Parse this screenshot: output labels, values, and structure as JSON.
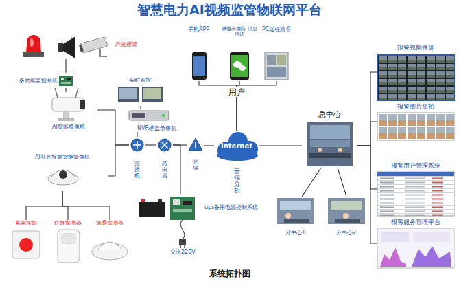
{
  "diagram": {
    "title": "智慧电力AI视频监管物联网平台",
    "caption": "系统拓扑图",
    "nodes": [
      {
        "text": [
          "声光报警"
        ]
      },
      {
        "text": [
          "多功能监控系统"
        ]
      },
      {
        "text": [
          "AI智能摄像机"
        ]
      },
      {
        "text": [
          "实时监控"
        ]
      },
      {
        "text": [
          "NVR硬盘录像机"
        ]
      },
      {
        "text": [
          "AI补光报警智能摄像机"
        ]
      },
      {
        "text": [
          "交换机"
        ]
      },
      {
        "text": [
          "路由器"
        ]
      },
      {
        "text": [
          "光猫"
        ]
      },
      {
        "text": [
          "Internet",
          "云端分析"
        ]
      },
      {
        "text": [
          "手机APP"
        ]
      },
      {
        "text": [
          "微信布撤防 消息推送"
        ]
      },
      {
        "text": [
          "PC远程观看"
        ]
      },
      {
        "text": [
          "总中心"
        ]
      },
      {
        "text": [
          "报警视频弹屏"
        ]
      },
      {
        "text": [
          "报警图片抓拍"
        ]
      },
      {
        "text": [
          "报警用户管理系统"
        ]
      },
      {
        "text": [
          "报警服务管理平台"
        ]
      },
      {
        "text": [
          "分中心1"
        ]
      },
      {
        "text": [
          "分中心2"
        ]
      },
      {
        "text": [
          "ups备用电源控制系统"
        ]
      },
      {
        "text": [
          "紧急按钮"
        ]
      },
      {
        "text": [
          "红外探测器"
        ]
      },
      {
        "text": [
          "烟雾探测器"
        ]
      }
    ],
    "edges": [
      {
        "from": 0,
        "to": 1,
        "arrow": "none"
      },
      {
        "from": 1,
        "to": 2,
        "arrow": "none"
      },
      {
        "from": 2,
        "to": 6,
        "arrow": "none"
      },
      {
        "from": 3,
        "to": 4,
        "arrow": "none"
      },
      {
        "from": 4,
        "to": 6,
        "arrow": "none"
      },
      {
        "from": 5,
        "to": 6,
        "arrow": "none"
      },
      {
        "from": 6,
        "to": 7,
        "arrow": "none"
      },
      {
        "from": 7,
        "to": 8,
        "arrow": "none"
      },
      {
        "from": 8,
        "to": 9,
        "arrow": "none"
      },
      {
        "from": 20,
        "to": 7,
        "arrow": "none"
      },
      {
        "from": 10,
        "to": 9,
        "arrow": "none"
      },
      {
        "from": 11,
        "to": 9,
        "arrow": "none"
      },
      {
        "from": 12,
        "to": 9,
        "arrow": "none"
      },
      {
        "from": 9,
        "to": 13,
        "arrow": "none"
      },
      {
        "from": 13,
        "to": 14,
        "arrow": "none"
      },
      {
        "from": 13,
        "to": 15,
        "arrow": "none"
      },
      {
        "from": 13,
        "to": 16,
        "arrow": "none"
      },
      {
        "from": 13,
        "to": 17,
        "arrow": "none"
      },
      {
        "from": 13,
        "to": 18,
        "arrow": "none"
      },
      {
        "from": 13,
        "to": 19,
        "arrow": "none"
      },
      {
        "from": 5,
        "to": 21,
        "arrow": "none"
      },
      {
        "from": 5,
        "to": 22,
        "arrow": "none"
      },
      {
        "from": 5,
        "to": 23,
        "arrow": "none"
      }
    ],
    "labels": [
      "用户",
      "交流220V"
    ]
  }
}
